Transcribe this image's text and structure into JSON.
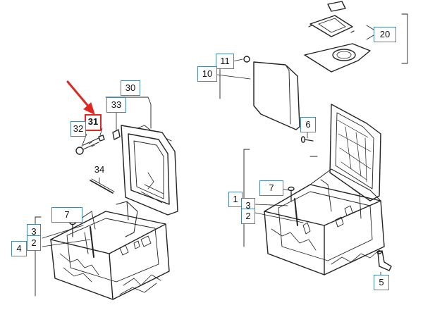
{
  "diagram": {
    "highlight_color": "#e0261f",
    "callout_border_color": "#4a86b4",
    "line_color": "#222222",
    "callouts": {
      "c30": "30",
      "c33": "33",
      "c31": "31",
      "c32": "32",
      "c34": "34",
      "c7_left": "7",
      "c3_left": "3",
      "c2_left": "2",
      "c4": "4",
      "c11": "11",
      "c10": "10",
      "c20": "20",
      "c6": "6",
      "c7_right": "7",
      "c1": "1",
      "c3_right": "3",
      "c2_right": "2",
      "c5": "5"
    },
    "highlighted_callout": "31"
  }
}
